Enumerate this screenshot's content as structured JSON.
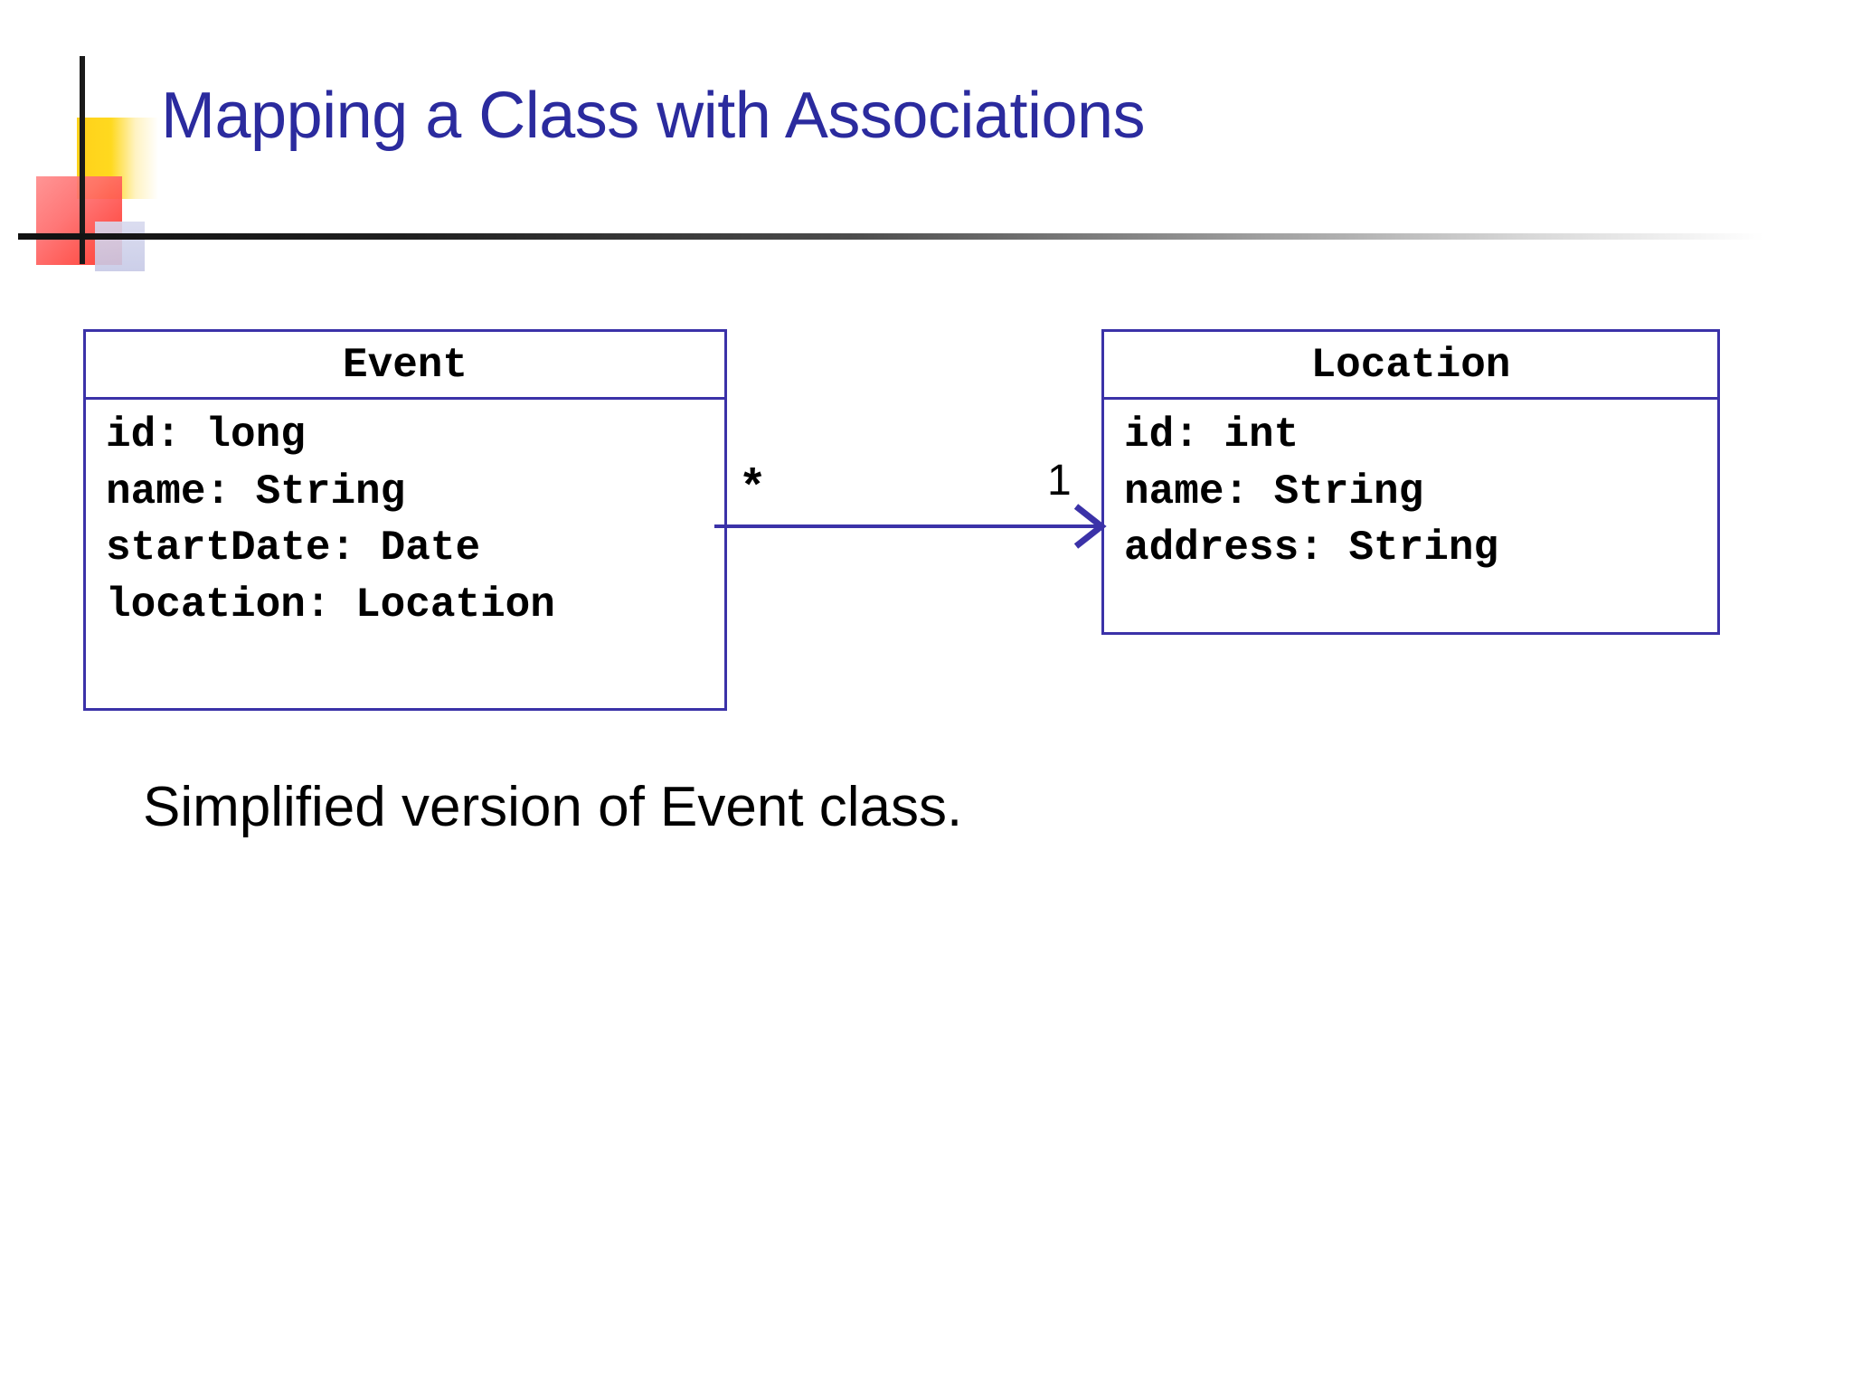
{
  "slide": {
    "title": "Mapping a Class with Associations",
    "title_color": "#2B2B9E",
    "caption": "Simplified version of Event class.",
    "background": "#ffffff"
  },
  "logo": {
    "yellow_swatch": "#FFD11A",
    "red_swatch": "#FF2B1F",
    "blue_swatch": "#C6C9E6",
    "rule_color": "#1a1a1a"
  },
  "diagram": {
    "type": "uml-class-diagram",
    "border_color": "#3B32A8",
    "classes": [
      {
        "name": "Event",
        "attributes": [
          "id: long",
          "name: String",
          "startDate: Date",
          "location: Location"
        ]
      },
      {
        "name": "Location",
        "attributes": [
          "id: int",
          "name: String",
          "address: String"
        ]
      }
    ],
    "association": {
      "from": "Event",
      "to": "Location",
      "source_multiplicity": "*",
      "target_multiplicity": "1",
      "arrow": "open-directed",
      "line_color": "#3B32A8"
    }
  }
}
